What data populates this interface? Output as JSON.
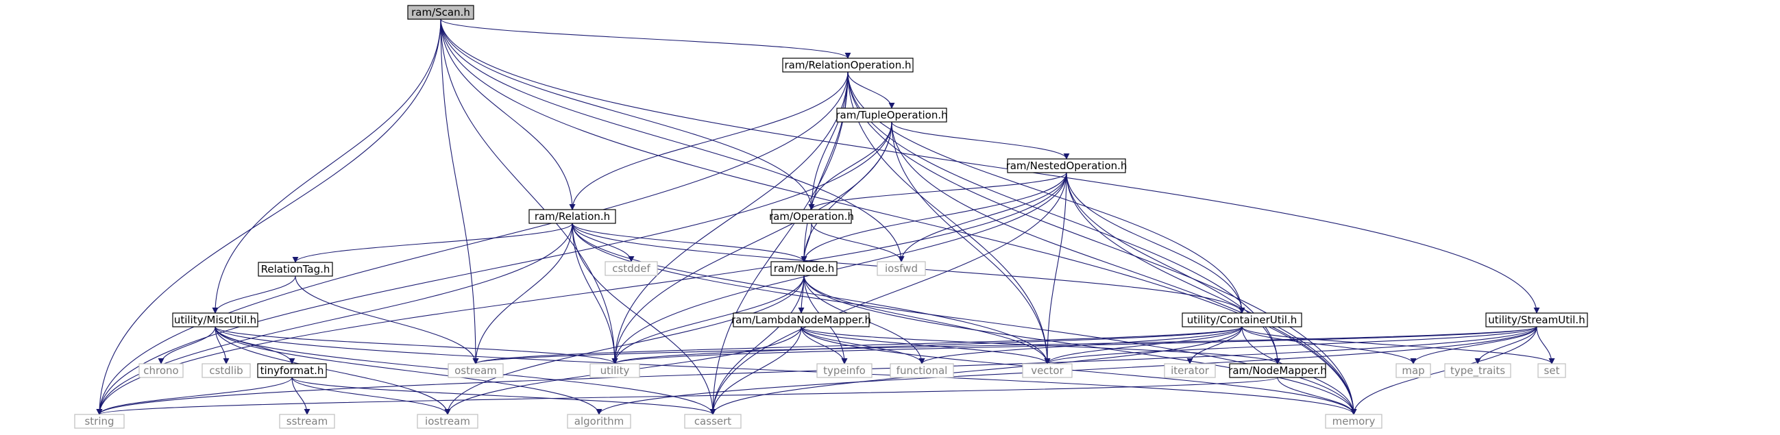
{
  "graph": {
    "nodes": {
      "scan": "ram/Scan.h",
      "relop": "ram/RelationOperation.h",
      "tupleop": "ram/TupleOperation.h",
      "nestedop": "ram/NestedOperation.h",
      "relation": "ram/Relation.h",
      "operation": "ram/Operation.h",
      "node": "ram/Node.h",
      "reltag": "RelationTag.h",
      "miscutil": "utility/MiscUtil.h",
      "lambdamapper": "ram/LambdaNodeMapper.h",
      "containerutil": "utility/ContainerUtil.h",
      "streamutil": "utility/StreamUtil.h",
      "tinyformat": "tinyformat.h",
      "nodemapper": "ram/NodeMapper.h",
      "cstddef": "cstddef",
      "iosfwd": "iosfwd",
      "chrono": "chrono",
      "cstdlib": "cstdlib",
      "ostream": "ostream",
      "utility": "utility",
      "typeinfo": "typeinfo",
      "functional": "functional",
      "vector": "vector",
      "iterator": "iterator",
      "map": "map",
      "type_traits": "type_traits",
      "set": "set",
      "string": "string",
      "sstream": "sstream",
      "iostream": "iostream",
      "algorithm": "algorithm",
      "cassert": "cassert",
      "memory": "memory"
    },
    "colors": {
      "edge": "#191970",
      "header_border": "#000000",
      "system_border": "#bfbfbf",
      "system_text": "#7f7f7f",
      "root_fill": "#bfbfbf",
      "node_fill": "#ffffff"
    }
  }
}
